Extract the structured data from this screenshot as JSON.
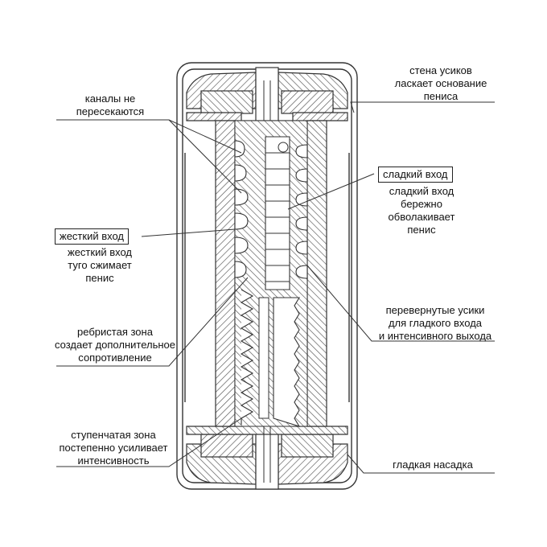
{
  "labels": {
    "wall_tendrils": [
      "стена усиков",
      "ласкает основание",
      "пениса"
    ],
    "channels": [
      "каналы не",
      "пересекаются"
    ],
    "sweet_entry_title": "сладкий вход",
    "sweet_entry_desc": [
      "сладкий вход",
      "бережно",
      "обволакивает",
      "пенис"
    ],
    "hard_entry_title": "жесткий вход",
    "hard_entry_desc": [
      "жесткий вход",
      "туго сжимает",
      "пенис"
    ],
    "ribbed_zone": [
      "ребристая зона",
      "создает дополнительное",
      "сопротивление"
    ],
    "inverted_tendrils": [
      "перевернутые усики",
      "для гладкого входа",
      "и интенсивного выхода"
    ],
    "stepped_zone": [
      "ступенчатая зона",
      "постепенно усиливает",
      "интенсивность"
    ],
    "smooth_cap": "гладкая насадка"
  },
  "colors": {
    "line": "#333333",
    "hatch": "#555555",
    "background": "#ffffff"
  },
  "icons": {
    "device": "cross-section-drawing"
  }
}
